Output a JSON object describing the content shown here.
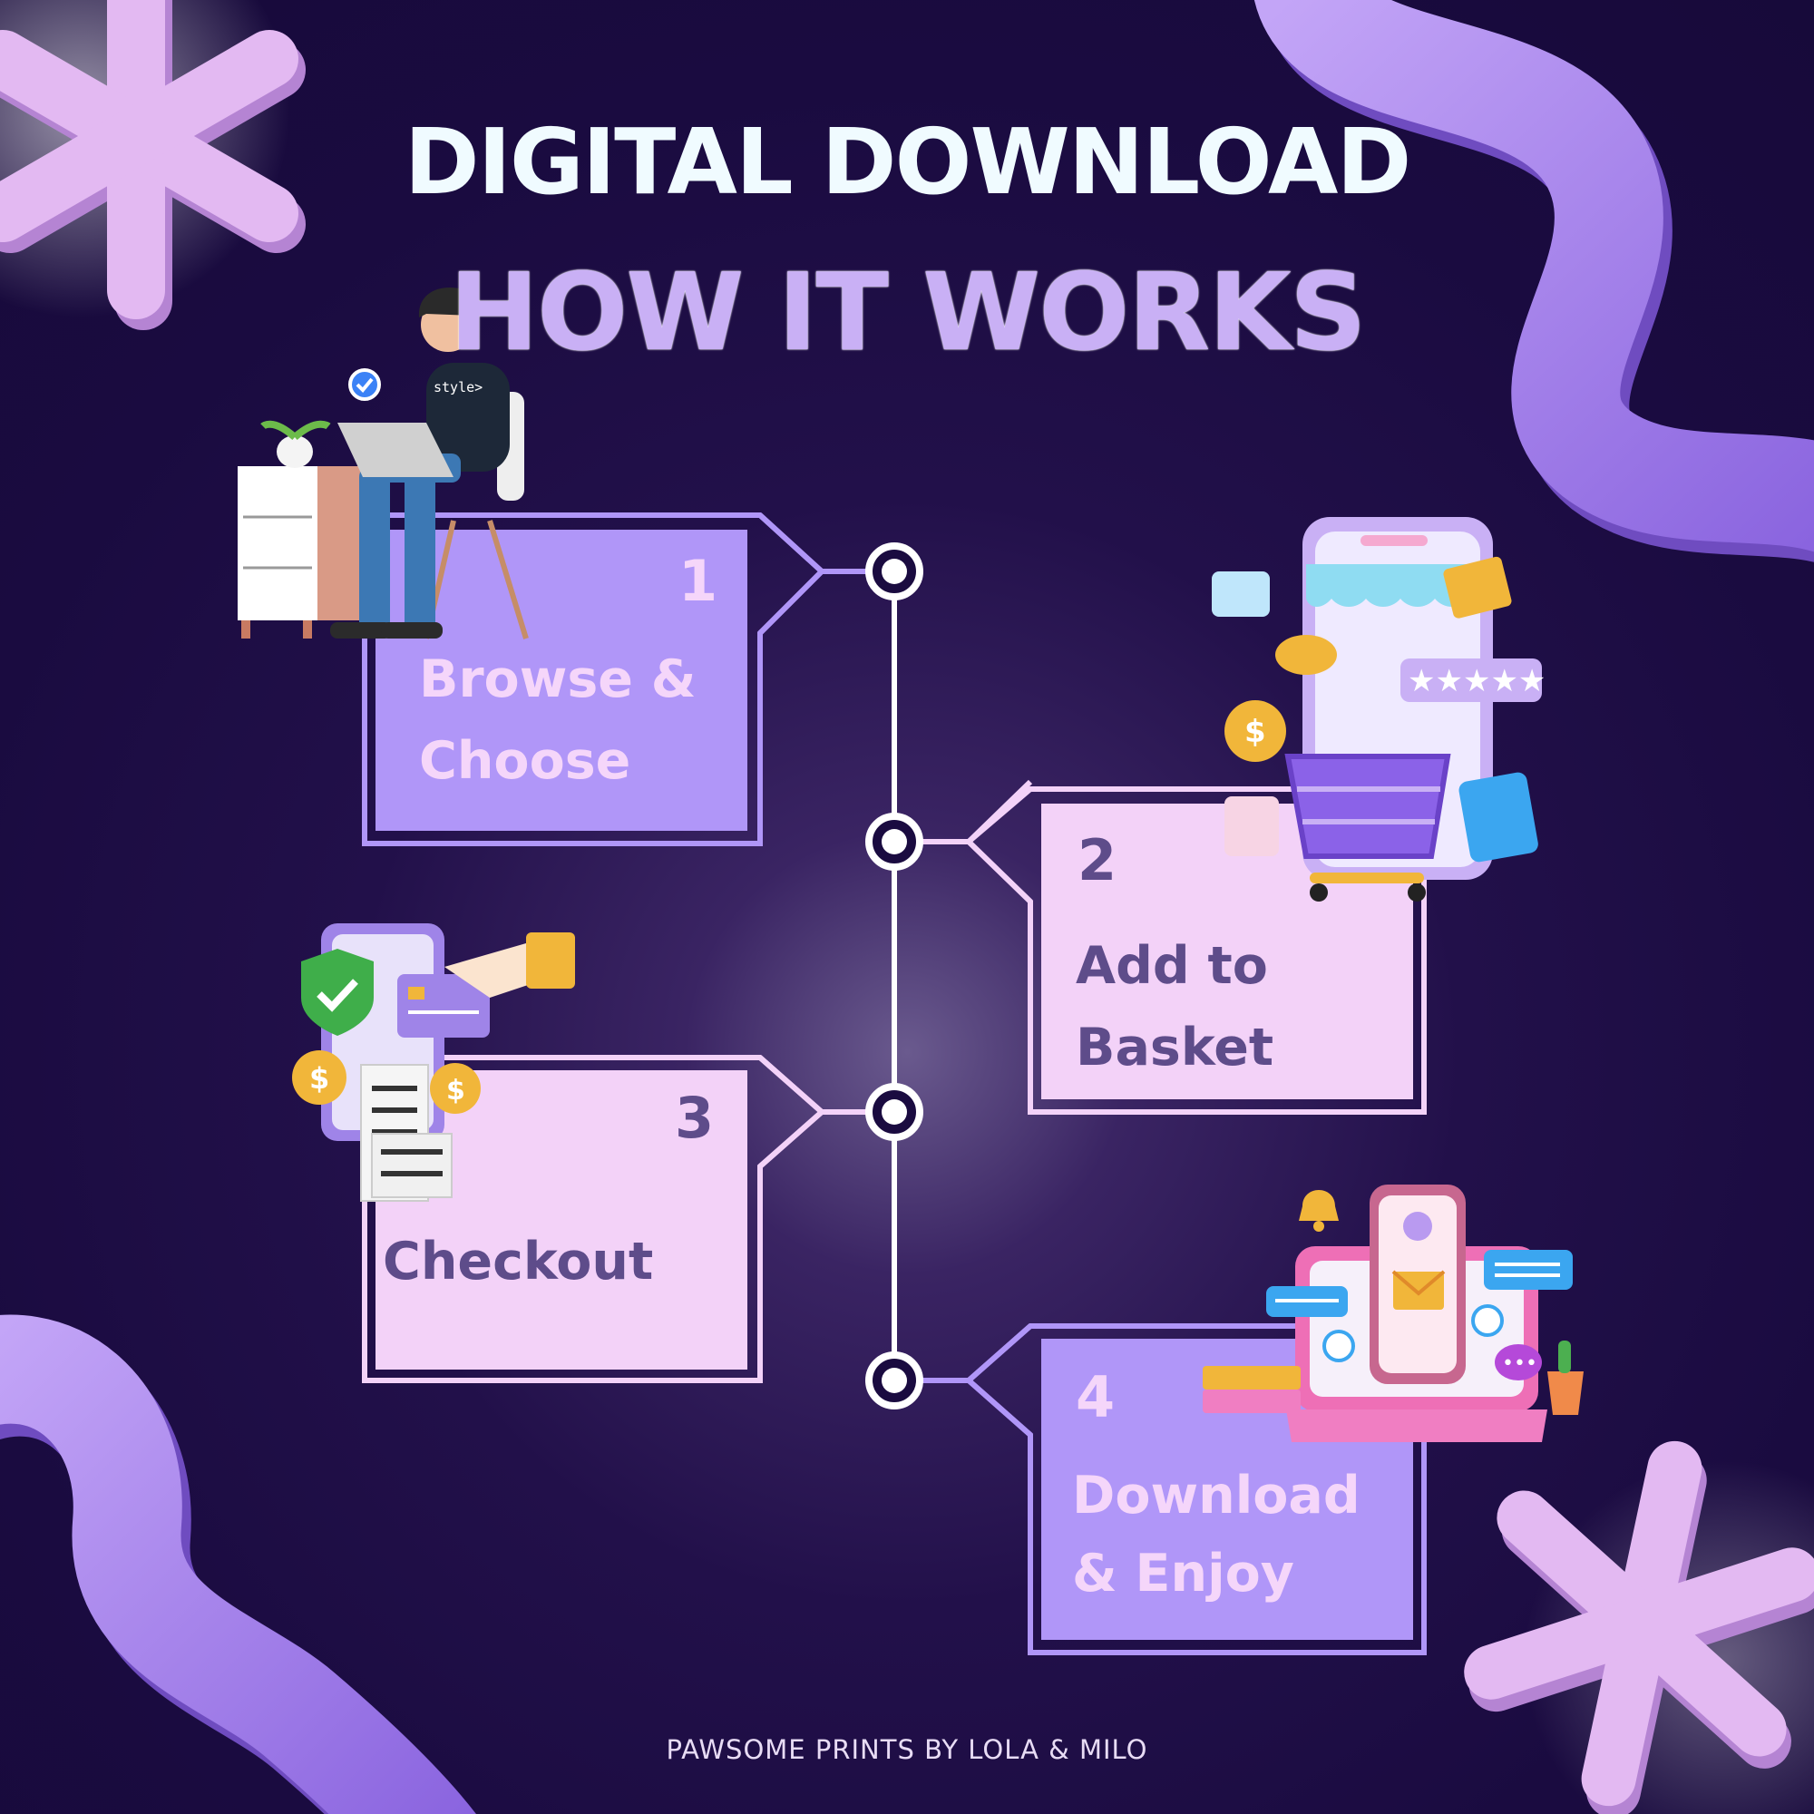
{
  "title": "DIGITAL DOWNLOAD",
  "subtitle": "HOW IT WORKS",
  "steps": [
    {
      "number": "1",
      "line1": "Browse &",
      "line2": "Choose"
    },
    {
      "number": "2",
      "line1": "Add to",
      "line2": "Basket"
    },
    {
      "number": "3",
      "line1": "",
      "line2": "Checkout"
    },
    {
      "number": "4",
      "line1": "Download",
      "line2": "& Enjoy"
    }
  ],
  "footer": "PAWSOME PRINTS BY LOLA & MILO",
  "colors": {
    "background": "#1a0b40",
    "violet_card": "#b096f8",
    "light_card": "#f3d2f8",
    "title_white": "#f0fbff",
    "title_lilac": "#c9b0f5",
    "asterisk": "#e0b6f0",
    "squiggle": "#9b7ae8"
  },
  "icons": [
    "asterisk-icon",
    "squiggle-icon",
    "person-laptop-icon",
    "shopping-phone-icon",
    "payment-icon",
    "laptop-notification-icon"
  ]
}
